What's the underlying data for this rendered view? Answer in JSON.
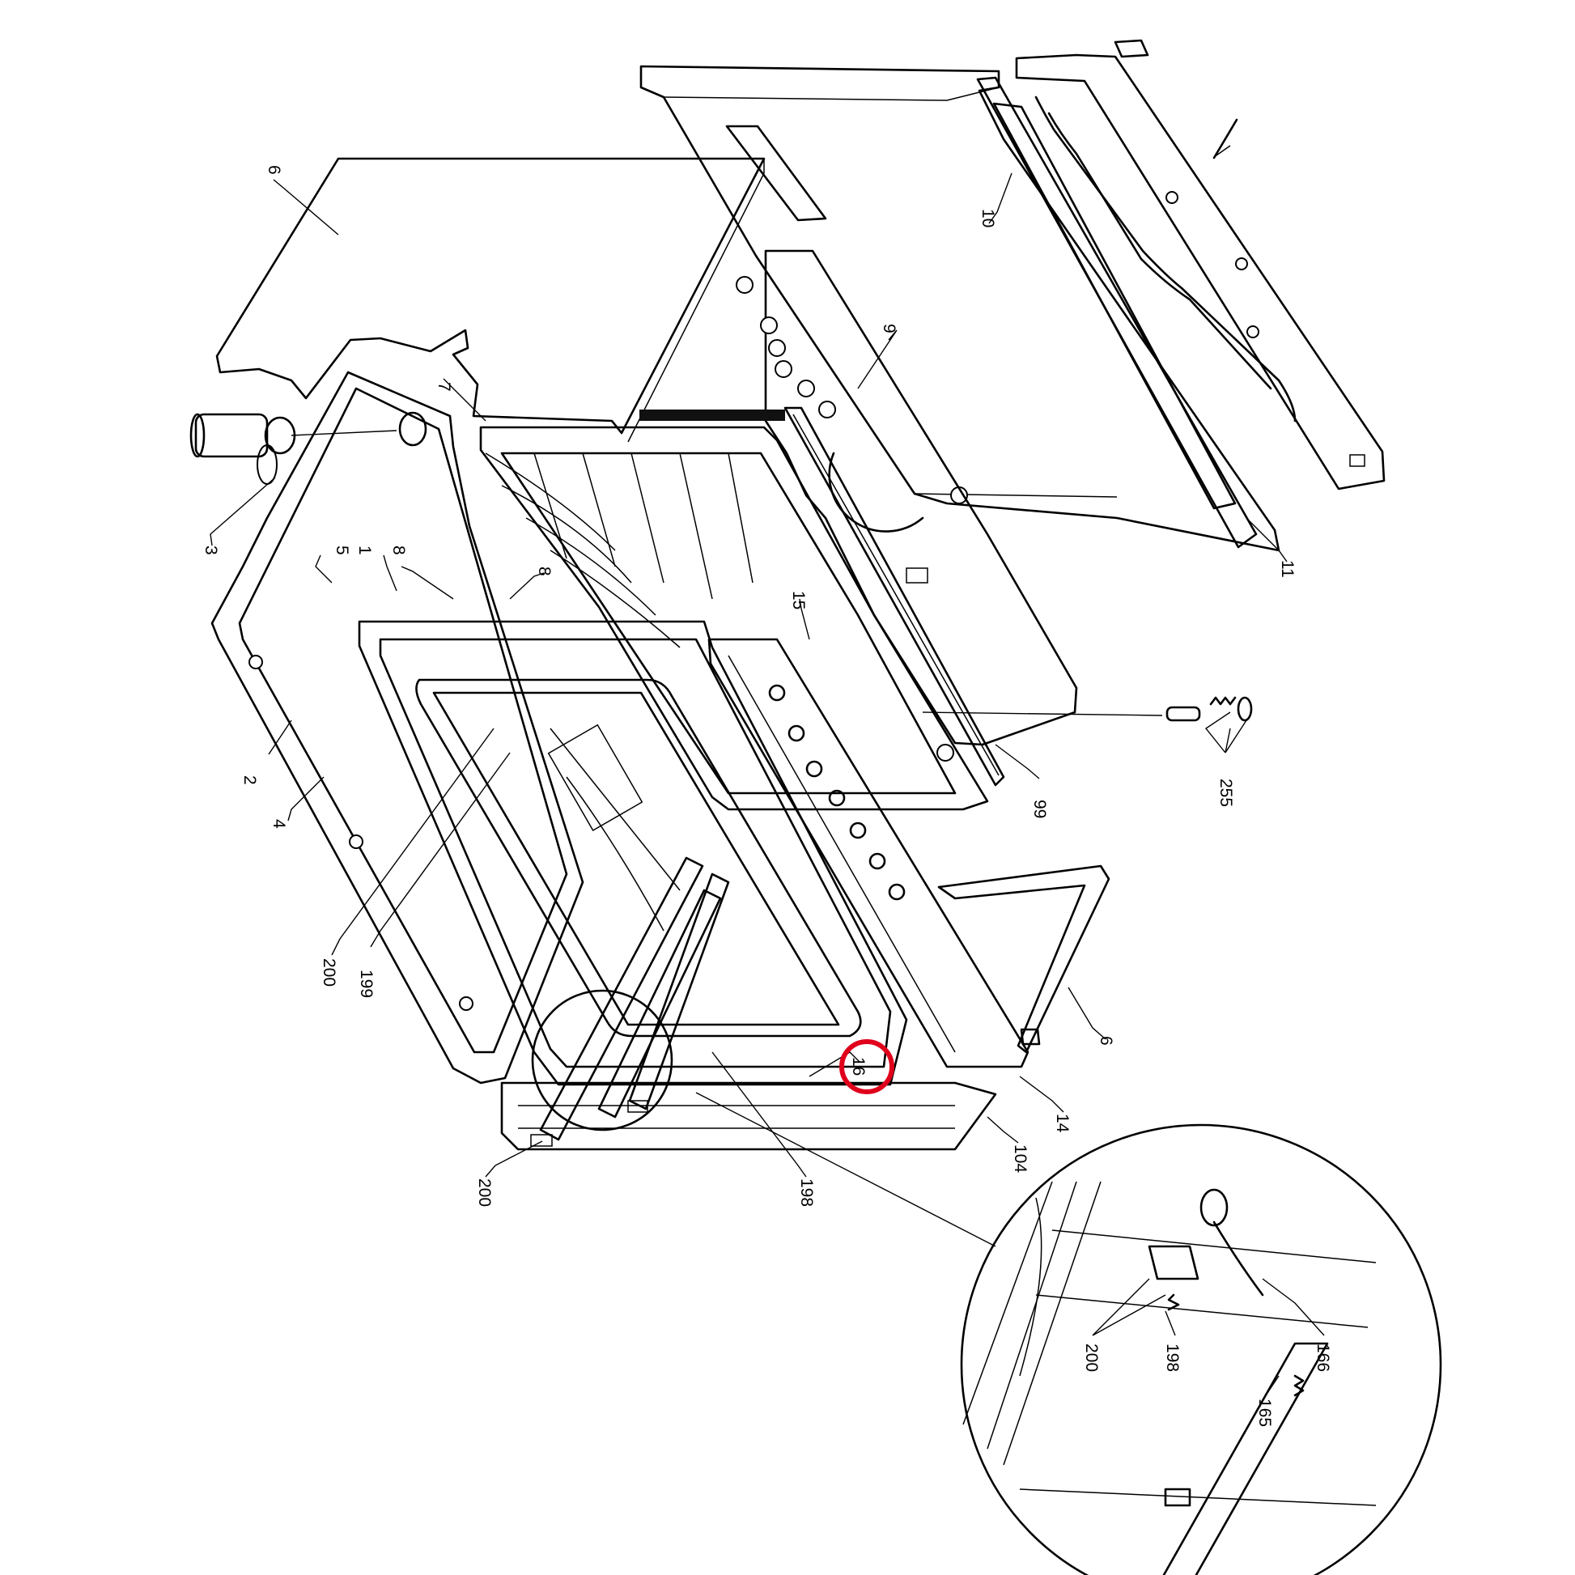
{
  "labels": {
    "l_6_top": "6",
    "l_10": "10",
    "l_9": "9",
    "l_7": "7",
    "l_3": "3",
    "l_5": "5",
    "l_1": "1",
    "l_8a": "8",
    "l_8b": "8",
    "l_15": "15",
    "l_11": "11",
    "l_255": "255",
    "l_99": "99",
    "l_2": "2",
    "l_4": "4",
    "l_200a": "200",
    "l_199": "199",
    "l_6_right": "6",
    "l_16": "16",
    "l_14": "14",
    "l_104": "104",
    "l_200b": "200",
    "l_198": "198",
    "d_200": "200",
    "d_198": "198",
    "d_166": "166",
    "d_165": "165"
  },
  "highlight": {
    "target": "16",
    "color": "#e0001b"
  },
  "colors": {
    "line": "#000000",
    "background": "#ffffff"
  }
}
